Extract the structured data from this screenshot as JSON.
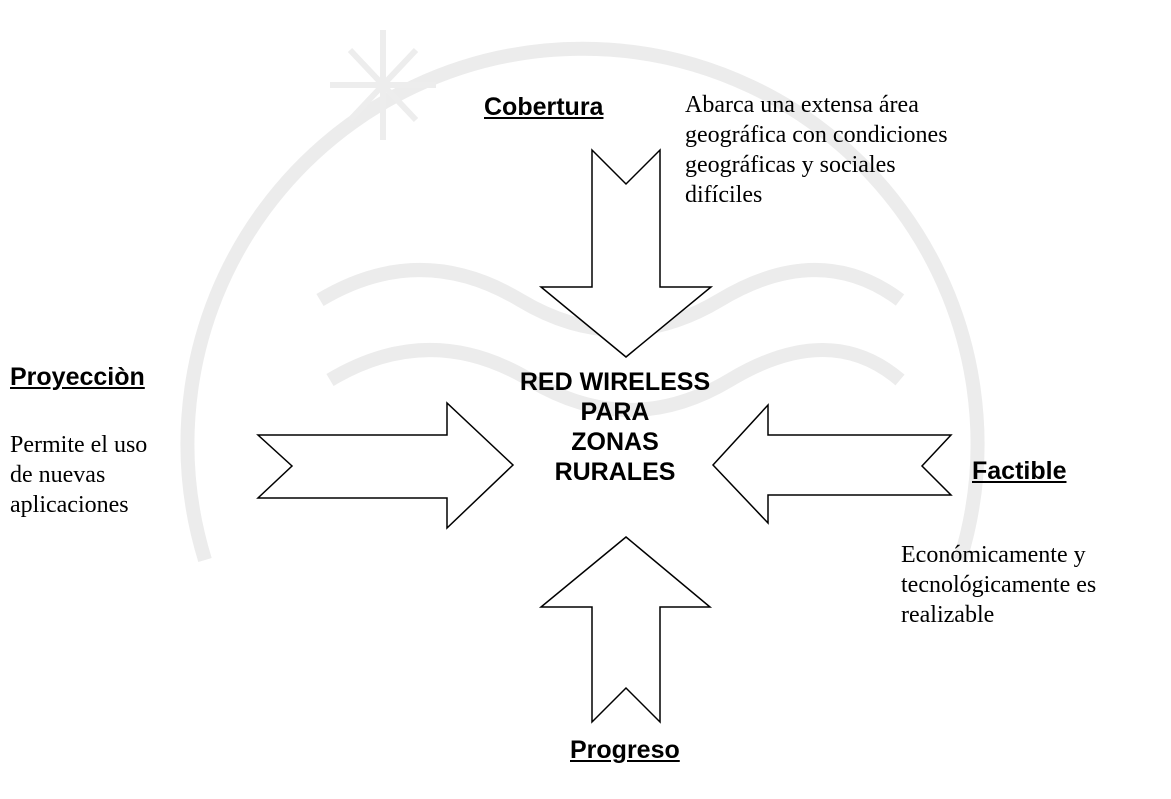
{
  "center": {
    "title": "RED WIRELESS\nPARA\nZONAS\nRURALES"
  },
  "top": {
    "heading": "Cobertura",
    "description": "Abarca una extensa área\ngeográfica con condiciones\ngeográficas  y sociales\ndifíciles"
  },
  "left": {
    "heading": "Proyecciòn",
    "description": "Permite  el uso\nde nuevas\naplicaciones"
  },
  "right": {
    "heading": "Factible",
    "description": "Económicamente y\ntecnológicamente es\nrealizable"
  },
  "bottom": {
    "heading": "Progreso"
  },
  "colors": {
    "stroke": "#000000",
    "fill": "#ffffff",
    "watermark": "#e6e6e6"
  }
}
